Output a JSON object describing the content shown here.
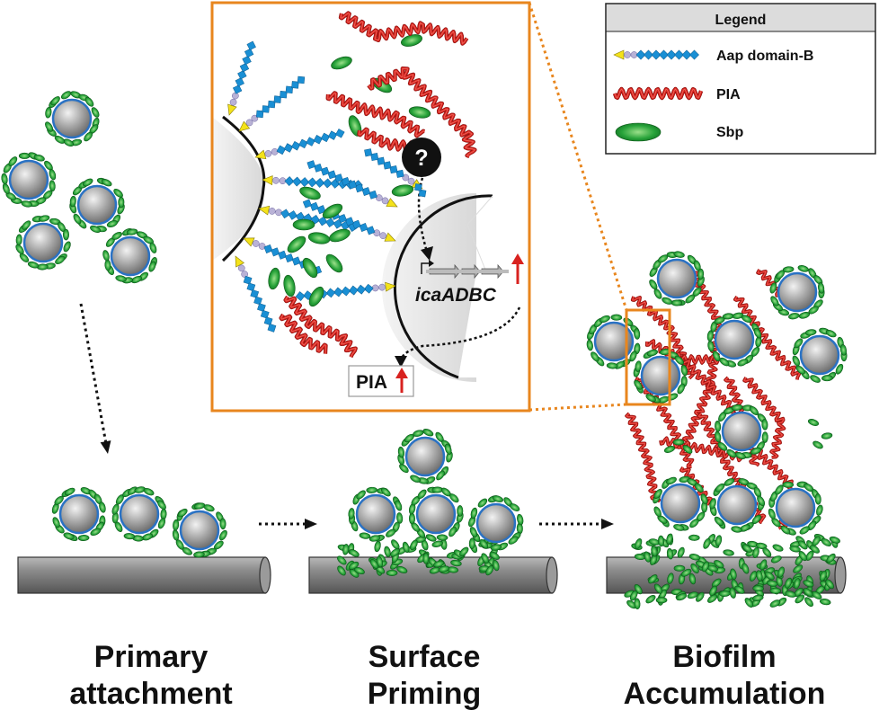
{
  "legend": {
    "title": "Legend",
    "items": [
      {
        "label": "Aap domain-B",
        "icon": "aap-chain-icon"
      },
      {
        "label": "PIA",
        "icon": "pia-helix-icon"
      },
      {
        "label": "Sbp",
        "icon": "sbp-ellipse-icon"
      }
    ]
  },
  "inset": {
    "gene_label": "icaADBC",
    "pia_label": "PIA",
    "question_mark": "?"
  },
  "stages": [
    {
      "line1": "Primary",
      "line2": "attachment"
    },
    {
      "line1": "Surface",
      "line2": "Priming"
    },
    {
      "line1": "Biofilm",
      "line2": "Accumulation"
    }
  ],
  "colors": {
    "frame": "#e8861e",
    "sbp": "#1d9a2f",
    "pia": "#d8221f",
    "aap": "#1a8fd4",
    "arrow_up": "#d8221f",
    "cell": "#9a9a9a",
    "cell_ring": "#2a72c4"
  }
}
